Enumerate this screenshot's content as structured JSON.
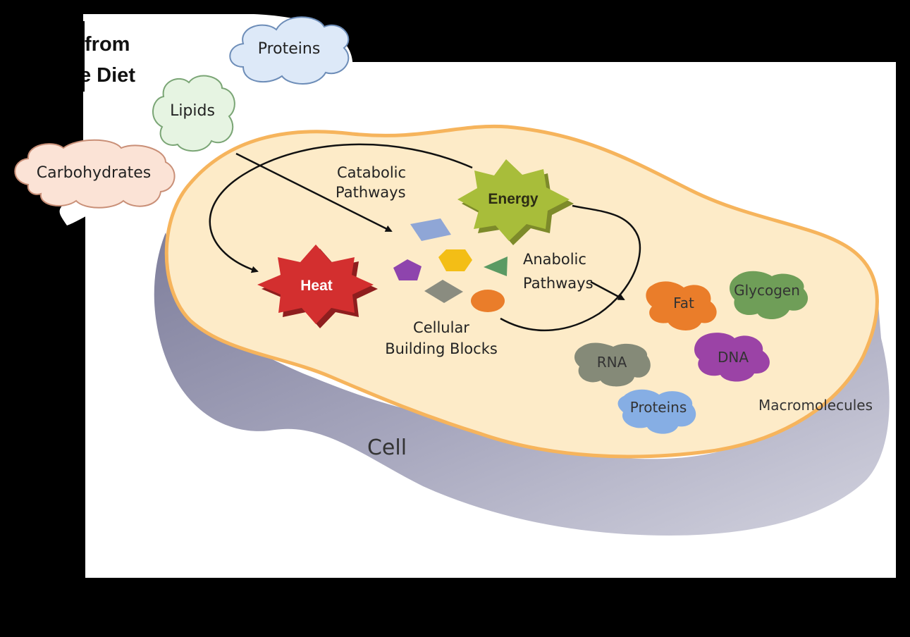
{
  "title": {
    "line1": "from",
    "line2": "e Diet"
  },
  "diet_clouds": {
    "proteins": "Proteins",
    "lipids": "Lipids",
    "carbohydrates": "Carbohydrates"
  },
  "pathways": {
    "catabolic_line1": "Catabolic",
    "catabolic_line2": "Pathways",
    "anabolic_line1": "Anabolic",
    "anabolic_line2": "Pathways"
  },
  "stars": {
    "energy": "Energy",
    "heat": "Heat"
  },
  "building_blocks": {
    "line1": "Cellular",
    "line2": "Building Blocks"
  },
  "macromolecules": {
    "fat": "Fat",
    "glycogen": "Glycogen",
    "rna": "RNA",
    "dna": "DNA",
    "proteins": "Proteins",
    "label": "Macromolecules"
  },
  "cell_label": "Cell",
  "colors": {
    "background": "#000000",
    "panel": "#ffffff",
    "cell_fill": "#fdebc8",
    "cell_rim": "#f6b45c",
    "cell_side": "#9a9ab2",
    "energy": "#a8bd3a",
    "heat": "#d32f2f",
    "proteins_cloud": "#dde9f8",
    "lipids_cloud": "#e6f4e2",
    "carbs_cloud": "#fbe3d6",
    "fat": "#ea7d2a",
    "glycogen": "#6f9e58",
    "rna": "#858a78",
    "dna": "#9b43a6",
    "proteins_macro": "#86aee4"
  }
}
